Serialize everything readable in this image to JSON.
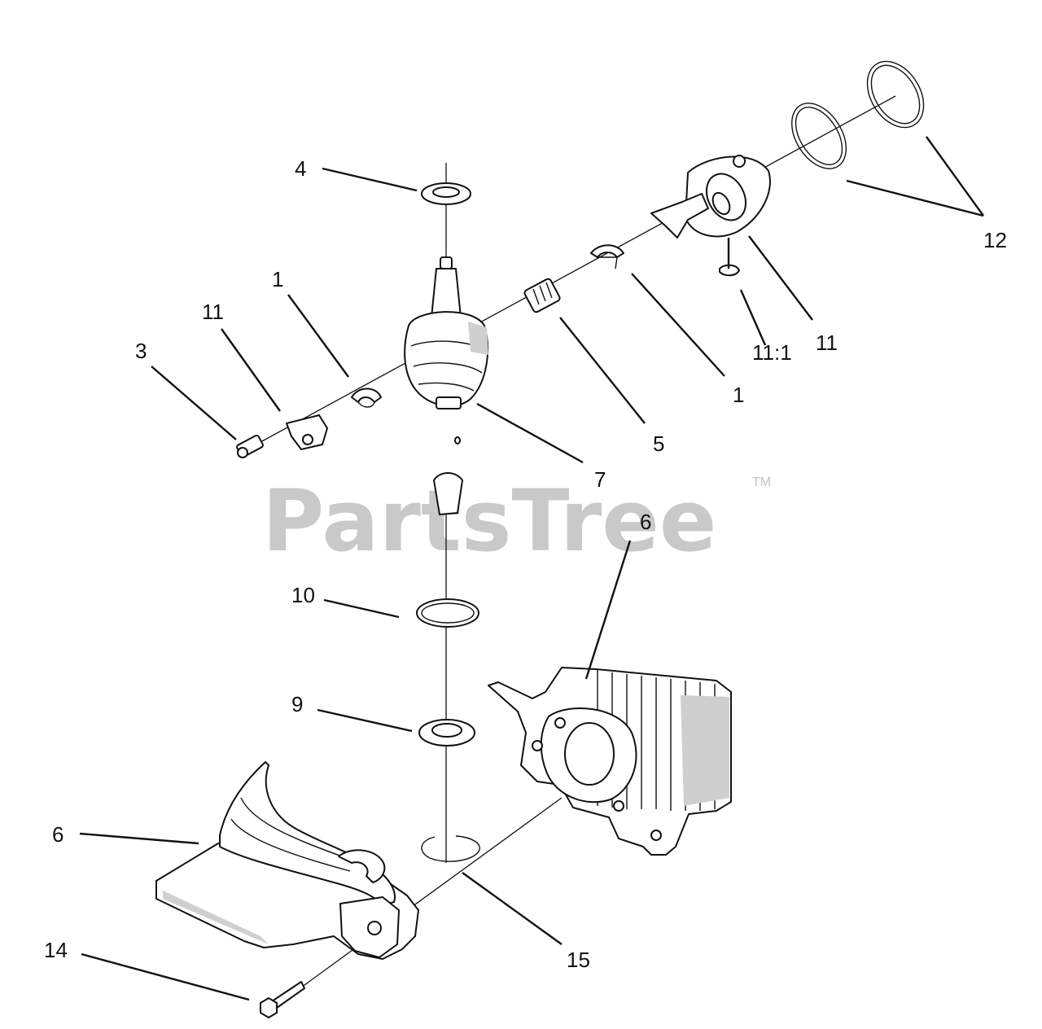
{
  "watermark": {
    "text": "PartsTree",
    "trademark": "TM"
  },
  "callouts": [
    {
      "id": "c-12",
      "label": "12"
    },
    {
      "id": "c-4",
      "label": "4"
    },
    {
      "id": "c-1-left",
      "label": "1"
    },
    {
      "id": "c-11-left",
      "label": "11"
    },
    {
      "id": "c-3",
      "label": "3"
    },
    {
      "id": "c-11-right",
      "label": "11"
    },
    {
      "id": "c-11-1",
      "label": "11:1"
    },
    {
      "id": "c-1-right",
      "label": "1"
    },
    {
      "id": "c-5",
      "label": "5"
    },
    {
      "id": "c-7",
      "label": "7"
    },
    {
      "id": "c-6-top",
      "label": "6"
    },
    {
      "id": "c-10",
      "label": "10"
    },
    {
      "id": "c-9",
      "label": "9"
    },
    {
      "id": "c-6-left",
      "label": "6"
    },
    {
      "id": "c-14",
      "label": "14"
    },
    {
      "id": "c-15",
      "label": "15"
    }
  ]
}
